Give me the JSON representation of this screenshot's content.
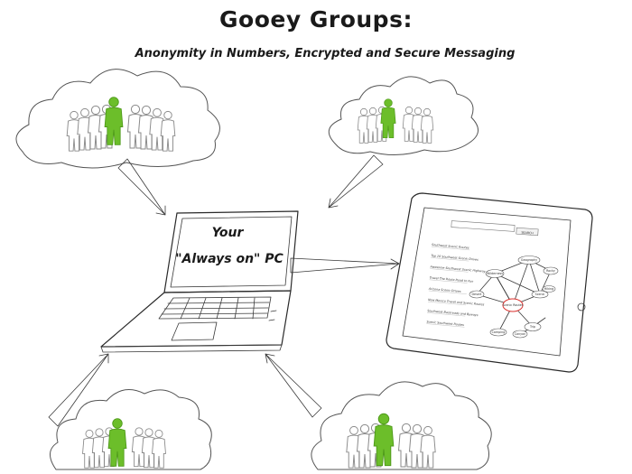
{
  "title": "Gooey Groups:",
  "subtitle": "Anonymity in Numbers, Encrypted and Secure Messaging",
  "laptop": {
    "label_line1": "Your",
    "label_line2": "\"Always on\" PC"
  },
  "tablet": {
    "search_button": "SEARCH",
    "list_items": [
      "Southwest Scenic Routes",
      "Top 10 Southwest Scenic Drives",
      "Awesome Southwest Scenic Highway",
      "Travel The Route Road to Fun",
      "Arizona Scenic Drives",
      "New Mexico Travel and Scenic Routes",
      "Southwest Backroads and Byways",
      "Scenic Southwest Routes"
    ],
    "graph_nodes": [
      "Geography",
      "Wilderness",
      "Rocky",
      "Scenic",
      "Desert",
      "Hiking",
      "Scenic Routes",
      "Trip",
      "Camping",
      "Canyon"
    ]
  },
  "colors": {
    "accent_green": "#6cbe2a",
    "ink": "#1a1a1a",
    "highlight_red": "#d9302c"
  },
  "icons": [
    "group-icon",
    "cloud-icon",
    "arrow-icon",
    "laptop-icon",
    "tablet-icon"
  ]
}
